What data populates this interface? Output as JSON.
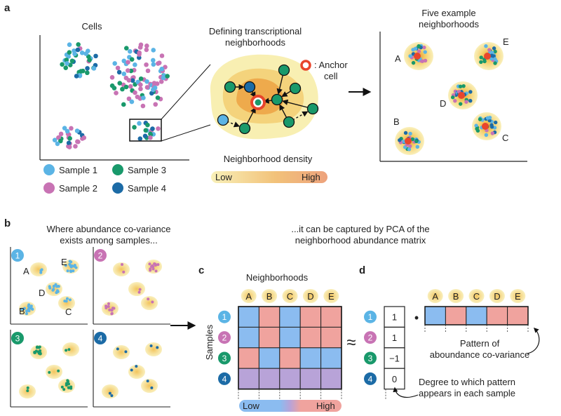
{
  "panels": {
    "a": "a",
    "b": "b",
    "c": "c",
    "d": "d"
  },
  "a": {
    "cells_title": "Cells",
    "defining_title": [
      "Defining transcriptional",
      "neighborhoods"
    ],
    "anchor_label": [
      ": Anchor",
      "cell"
    ],
    "five_title": [
      "Five example",
      "neighborhoods"
    ],
    "density_title": "Neighborhood density",
    "density_low": "Low",
    "density_high": "High",
    "legend": [
      {
        "label": "Sample 1",
        "color": "#5bb4e5"
      },
      {
        "label": "Sample 2",
        "color": "#c873b4"
      },
      {
        "label": "Sample 3",
        "color": "#19996b"
      },
      {
        "label": "Sample 4",
        "color": "#1c6ba6"
      }
    ],
    "neighborhood_letters": [
      "A",
      "E",
      "D",
      "B",
      "C"
    ]
  },
  "b": {
    "left_title": [
      "Where abundance co-variance",
      "exists among samples..."
    ],
    "right_title": [
      "...it can be captured by PCA of the",
      "neighborhood abundance matrix"
    ],
    "sample_numbers": [
      "1",
      "2",
      "3",
      "4"
    ],
    "letters": [
      "A",
      "E",
      "D",
      "B",
      "C"
    ]
  },
  "c": {
    "neighborhoods_label": "Neighborhoods",
    "samples_label": "Samples",
    "columns": [
      "A",
      "B",
      "C",
      "D",
      "E"
    ],
    "rows": [
      "1",
      "2",
      "3",
      "4"
    ],
    "matrix": [
      [
        "low",
        "high",
        "low",
        "high",
        "high"
      ],
      [
        "low",
        "high",
        "low",
        "high",
        "high"
      ],
      [
        "high",
        "low",
        "high",
        "low",
        "low"
      ],
      [
        "mid",
        "mid",
        "mid",
        "mid",
        "mid"
      ]
    ],
    "scale_low": "Low",
    "scale_high": "High",
    "approx": "≈"
  },
  "d": {
    "vector": [
      "1",
      "1",
      "−1",
      "0"
    ],
    "dot": "•",
    "columns": [
      "A",
      "B",
      "C",
      "D",
      "E"
    ],
    "pattern": [
      "low",
      "high",
      "low",
      "high",
      "high"
    ],
    "pattern_label": [
      "Pattern of",
      "aboundance co-variance"
    ],
    "degree_label": [
      "Degree to which pattern",
      "appears in each sample"
    ]
  },
  "colors": {
    "low": "#8bbcf0",
    "high": "#f0a39e",
    "mid": "#b8a3d8",
    "sample1": "#5bb4e5",
    "sample2": "#c873b4",
    "sample3": "#19996b",
    "sample4": "#1c6ba6",
    "anchor": "#e8452c",
    "halo": "#f6e79a"
  }
}
